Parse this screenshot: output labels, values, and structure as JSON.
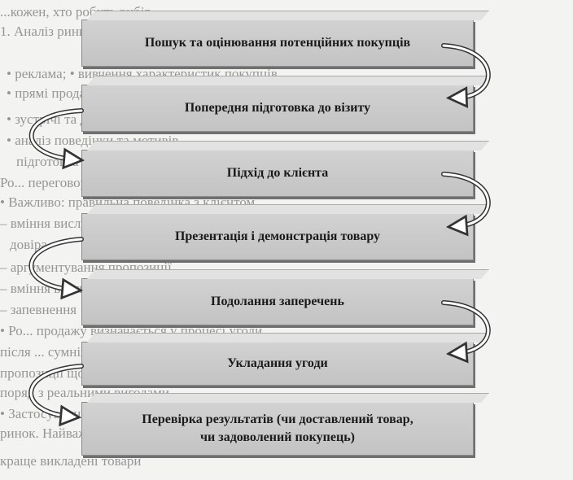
{
  "background_lines": [
    "...кожен, хто робить вибір",
    "1. Аналіз ринку та визначення кола потенційних покупців",
    "• реклама; • вивчення характеристик покупців",
    "• прямі продажі та огляд пропозицій",
    "• зустрічі та домовленості з клієнтами",
    "• аналіз поведінки та мотивів",
    "підготовка до нових контактів",
    "Ро... переговорів та підсумкове рішення",
    "• Важливо: правильна поведінка з клієнтом",
    "– вміння вислухати і відповісти",
    "довіра",
    "– аргументування пропозиції",
    "– вміння вести діалог",
    "– запевнення",
    "• Ро... продажу визначається у процесі угоди",
    "після ... сумнів і заперечення покупця",
    "пропозиції щодо товару та його якості",
    "поряд з реальними вигодами",
    "• Застосування ... методів",
    "ринок. Найважливішим є",
    "краще викладені товари"
  ],
  "steps": [
    {
      "line1": "Пошук та оцінювання потенційних покупців",
      "line2": ""
    },
    {
      "line1": "Попередня підготовка до візиту",
      "line2": ""
    },
    {
      "line1": "Підхід до клієнта",
      "line2": ""
    },
    {
      "line1": "Презентація і демонстрація товару",
      "line2": ""
    },
    {
      "line1": "Подолання заперечень",
      "line2": ""
    },
    {
      "line1": "Укладання угоди",
      "line2": ""
    },
    {
      "line1": "Перевірка результатів (чи доставлений товар,",
      "line2": "чи задоволений покупець)"
    }
  ]
}
